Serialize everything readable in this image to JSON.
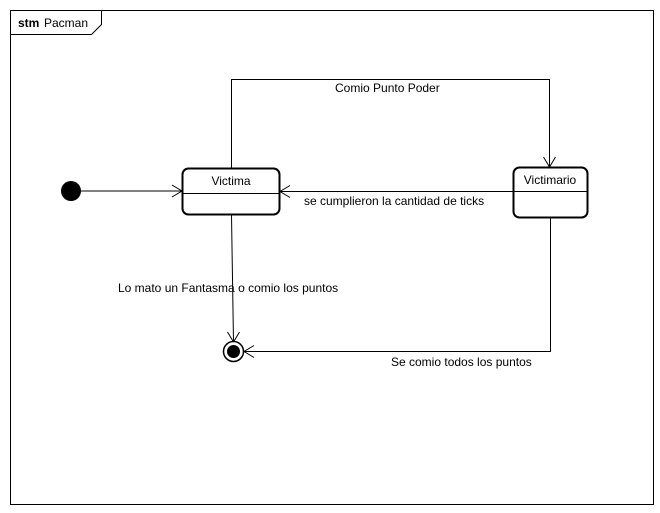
{
  "frame": {
    "keyword": "stm",
    "name": "Pacman"
  },
  "states": {
    "victima": {
      "name": "Victima"
    },
    "victimario": {
      "name": "Victimario"
    }
  },
  "transitions": {
    "comio_punto_poder": "Comio Punto Poder",
    "cumplieron_ticks": "se cumplieron la cantidad de ticks",
    "mato_fantasma": "Lo mato un Fantasma o comio los puntos",
    "comio_todos": "Se comio todos los puntos"
  }
}
